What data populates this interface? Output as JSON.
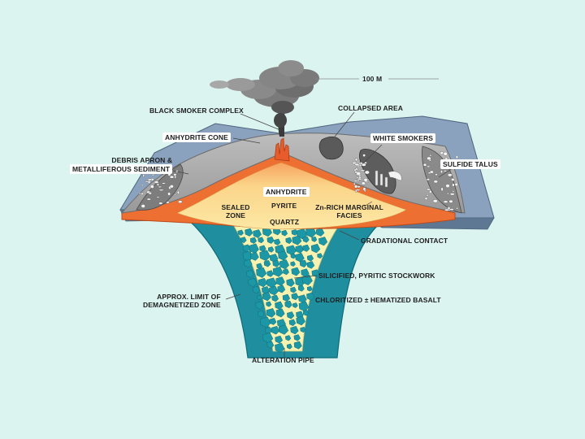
{
  "labels": {
    "scale": "100 M",
    "black_smoker_complex": "BLACK SMOKER COMPLEX",
    "collapsed_area": "COLLAPSED AREA",
    "anhydrite_cone": "ANHYDRITE CONE",
    "white_smokers": "WHITE SMOKERS",
    "debris_apron_line1": "DEBRIS APRON &",
    "debris_apron_line2": "METALLIFEROUS SEDIMENT",
    "sulfide_talus": "SULFIDE TALUS",
    "anhydrite": "ANHYDRITE",
    "pyrite": "PYRITE",
    "quartz": "QUARTZ",
    "sealed_zone_line1": "SEALED",
    "sealed_zone_line2": "ZONE",
    "zn_rich_line1": "Zn-RICH MARGINAL",
    "zn_rich_line2": "FACIES",
    "gradational_contact": "GRADATIONAL CONTACT",
    "silicified_stockwork": "SILICIFIED, PYRITIC STOCKWORK",
    "chloritized_basalt": "CHLORITIZED ± HEMATIZED BASALT",
    "demag_line1": "APPROX. LIMIT OF",
    "demag_line2": "DEMAGNETIZED ZONE",
    "alteration_pipe": "ALTERATION PIPE"
  },
  "colors": {
    "background": "#dcf4f0",
    "seafloor_top": "#7f97b5",
    "seafloor_side": "#5b7590",
    "mound_gray": "#a9a9a9",
    "sealed_orange": "#f07a3c",
    "core_yellow": "#fbe59b",
    "pipe_teal": "#1a8a9c",
    "stockwork_yellow": "#f6f5b5",
    "smoke": "#606060"
  }
}
